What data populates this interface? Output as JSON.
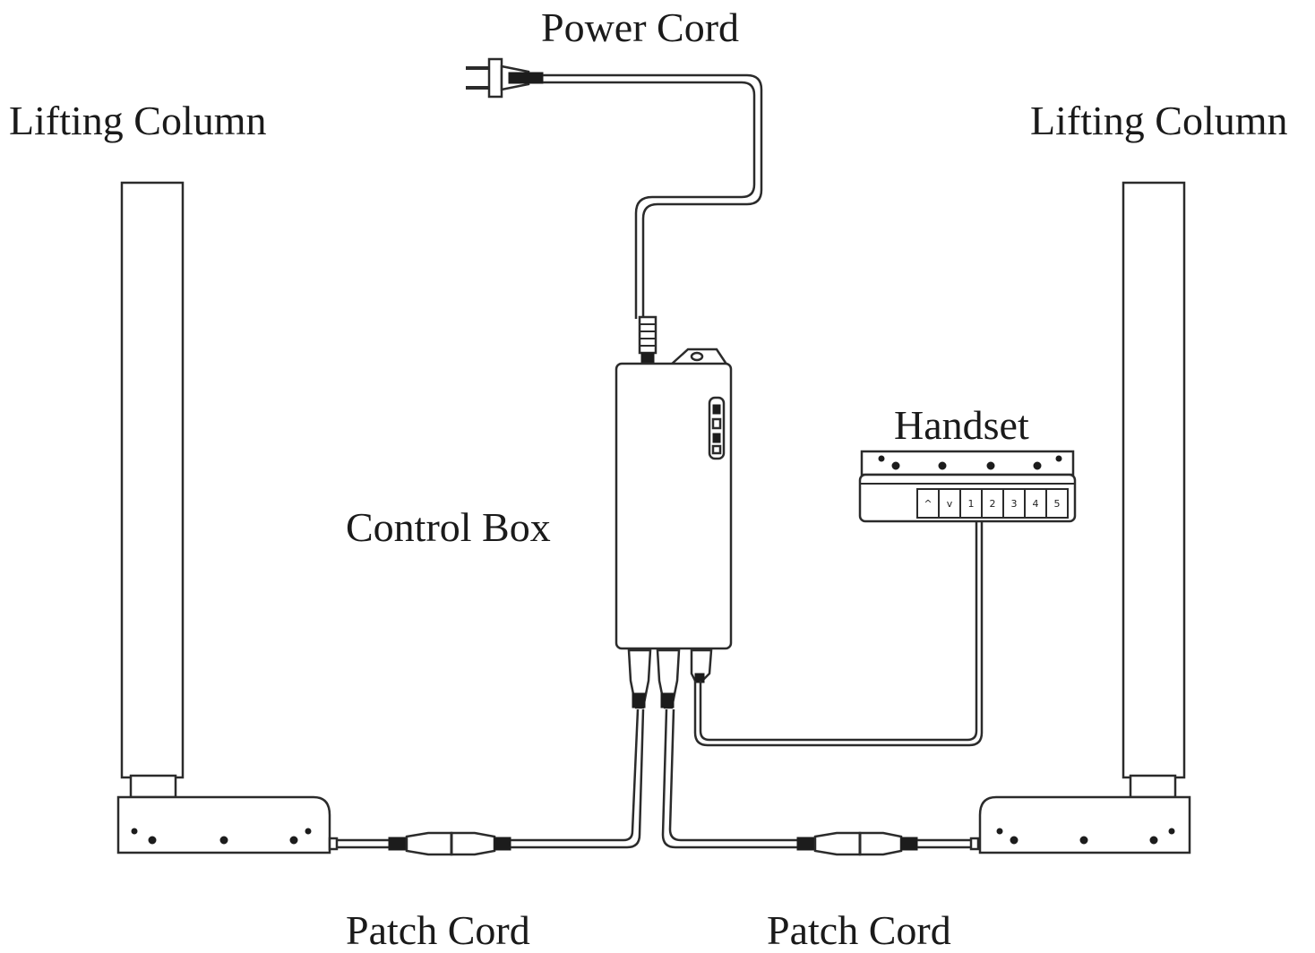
{
  "labels": {
    "power_cord": "Power Cord",
    "lifting_column_left": "Lifting Column",
    "lifting_column_right": "Lifting Column",
    "handset": "Handset",
    "control_box": "Control Box",
    "patch_cord_left": "Patch Cord",
    "patch_cord_right": "Patch Cord"
  },
  "handset_keys": [
    "^",
    "v",
    "1",
    "2",
    "3",
    "4",
    "5"
  ]
}
